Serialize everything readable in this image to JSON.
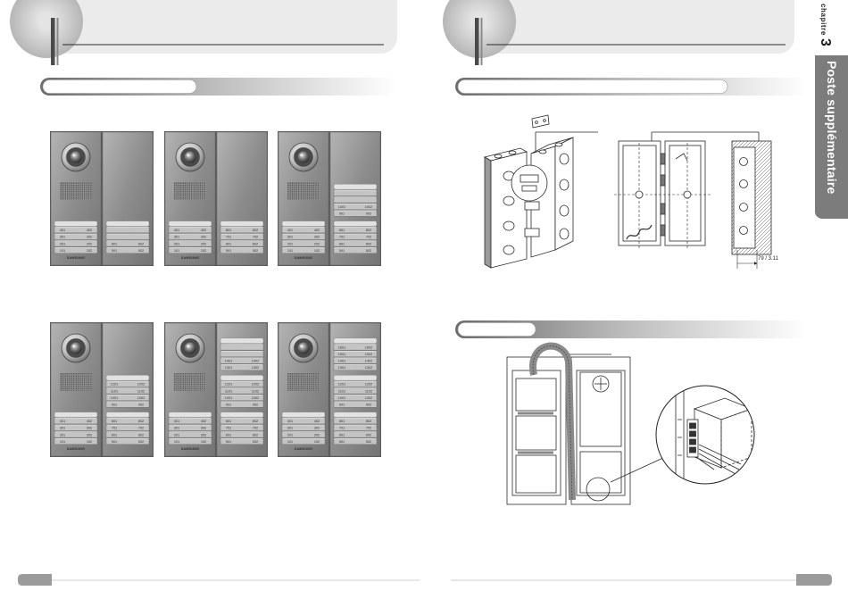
{
  "chapter": {
    "label": "chapitre",
    "number": "3",
    "title": "Poste supplémentaire"
  },
  "dimension_label": "79 / 3.11",
  "colors": {
    "chapter_tab": "#7c7c7c",
    "header_panel": "#ebebeb",
    "panel_face": "#8b8b8b",
    "button": "#c4c4c4"
  },
  "panels": [
    {
      "modules": [
        {
          "camera": true,
          "speaker": true,
          "brand": "SAMSUNG",
          "groups": [
            [
              [
                "401",
                "402"
              ],
              [
                "301",
                "302"
              ],
              [
                "201",
                "202"
              ],
              [
                "101",
                "102"
              ]
            ]
          ]
        },
        {
          "groups": [
            [
              null,
              null,
              [
                "601",
                "602"
              ],
              [
                "501",
                "502"
              ]
            ]
          ]
        }
      ]
    },
    {
      "modules": [
        {
          "camera": true,
          "speaker": true,
          "brand": "SAMSUNG",
          "groups": [
            [
              [
                "401",
                "402"
              ],
              [
                "301",
                "302"
              ],
              [
                "201",
                "202"
              ],
              [
                "101",
                "102"
              ]
            ]
          ]
        },
        {
          "groups": [
            [
              [
                "801",
                "802"
              ],
              [
                "701",
                "702"
              ],
              [
                "601",
                "602"
              ],
              [
                "501",
                "502"
              ]
            ]
          ]
        }
      ]
    },
    {
      "modules": [
        {
          "camera": true,
          "speaker": true,
          "brand": "SAMSUNG",
          "groups": [
            [
              [
                "401",
                "402"
              ],
              [
                "301",
                "302"
              ],
              [
                "201",
                "202"
              ],
              [
                "101",
                "102"
              ]
            ]
          ]
        },
        {
          "groups": [
            [
              null,
              null,
              [
                "1001",
                "1002"
              ],
              [
                "901",
                "902"
              ]
            ],
            [
              [
                "801",
                "802"
              ],
              [
                "701",
                "702"
              ],
              [
                "601",
                "602"
              ],
              [
                "501",
                "502"
              ]
            ]
          ]
        }
      ]
    },
    {
      "modules": [
        {
          "camera": true,
          "speaker": true,
          "brand": "SAMSUNG",
          "groups": [
            [
              [
                "401",
                "402"
              ],
              [
                "301",
                "302"
              ],
              [
                "201",
                "202"
              ],
              [
                "101",
                "102"
              ]
            ]
          ]
        },
        {
          "groups": [
            [
              [
                "1201",
                "1202"
              ],
              [
                "1101",
                "1102"
              ],
              [
                "1001",
                "1002"
              ],
              [
                "901",
                "902"
              ]
            ],
            [
              [
                "801",
                "802"
              ],
              [
                "701",
                "702"
              ],
              [
                "601",
                "602"
              ],
              [
                "501",
                "502"
              ]
            ]
          ]
        }
      ]
    },
    {
      "modules": [
        {
          "camera": true,
          "speaker": true,
          "brand": "SAMSUNG",
          "groups": [
            [
              [
                "401",
                "402"
              ],
              [
                "301",
                "302"
              ],
              [
                "201",
                "202"
              ],
              [
                "101",
                "102"
              ]
            ]
          ]
        },
        {
          "groups": [
            [
              null,
              null,
              [
                "1401",
                "1402"
              ],
              [
                "1301",
                "1302"
              ]
            ],
            [
              [
                "1201",
                "1202"
              ],
              [
                "1101",
                "1102"
              ],
              [
                "1001",
                "1002"
              ],
              [
                "901",
                "902"
              ]
            ],
            [
              [
                "801",
                "802"
              ],
              [
                "701",
                "702"
              ],
              [
                "601",
                "602"
              ],
              [
                "501",
                "502"
              ]
            ]
          ]
        }
      ]
    },
    {
      "modules": [
        {
          "camera": true,
          "speaker": true,
          "brand": "SAMSUNG",
          "groups": [
            [
              [
                "401",
                "402"
              ],
              [
                "301",
                "302"
              ],
              [
                "201",
                "202"
              ],
              [
                "101",
                "102"
              ]
            ]
          ]
        },
        {
          "groups": [
            [
              [
                "1601",
                "1602"
              ],
              [
                "1501",
                "1502"
              ],
              [
                "1401",
                "1402"
              ],
              [
                "1301",
                "1302"
              ]
            ],
            [
              [
                "1201",
                "1202"
              ],
              [
                "1101",
                "1102"
              ],
              [
                "1001",
                "1002"
              ],
              [
                "901",
                "902"
              ]
            ],
            [
              [
                "801",
                "802"
              ],
              [
                "701",
                "702"
              ],
              [
                "601",
                "602"
              ],
              [
                "501",
                "502"
              ]
            ]
          ]
        }
      ]
    }
  ]
}
